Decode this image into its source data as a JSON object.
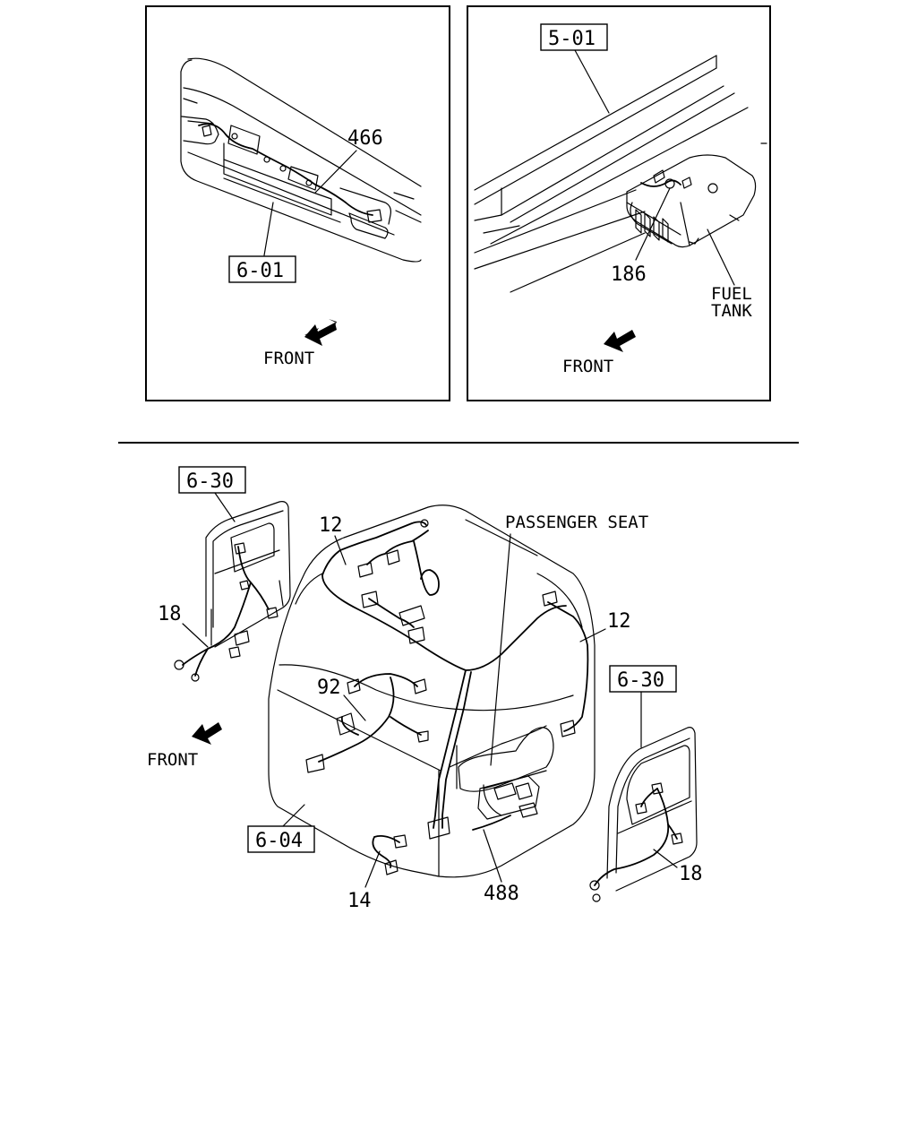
{
  "panels": {
    "front_bumper": {
      "ref_box": "6-01",
      "part_number": "466",
      "direction_label": "FRONT"
    },
    "fuel_tank": {
      "ref_box": "5-01",
      "part_number": "186",
      "component_label_line1": "FUEL",
      "component_label_line2": "TANK",
      "direction_label": "FRONT"
    }
  },
  "cab": {
    "left_door_ref": "6-30",
    "left_door_part": "18",
    "roof_harness_part_left": "12",
    "roof_harness_part_right": "12",
    "passenger_seat_label": "PASSENGER SEAT",
    "dash_harness_part": "92",
    "direction_label": "FRONT",
    "body_ref": "6-04",
    "lower_harness_part": "14",
    "seat_harness_part": "488",
    "right_door_ref": "6-30",
    "right_door_part": "18"
  }
}
